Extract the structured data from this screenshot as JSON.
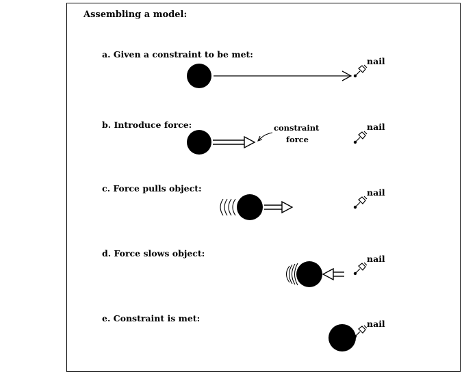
{
  "title": "Assembling a model:",
  "steps": [
    {
      "caption": "a. Given a constraint to be met:",
      "nail_label": "nail"
    },
    {
      "caption": "b. Introduce force:",
      "nail_label": "nail",
      "force_label_line1": "constraint",
      "force_label_line2": "force"
    },
    {
      "caption": "c. Force pulls object:",
      "nail_label": "nail"
    },
    {
      "caption": "d. Force slows object:",
      "nail_label": "nail"
    },
    {
      "caption": "e. Constraint is met:",
      "nail_label": "nail"
    }
  ]
}
